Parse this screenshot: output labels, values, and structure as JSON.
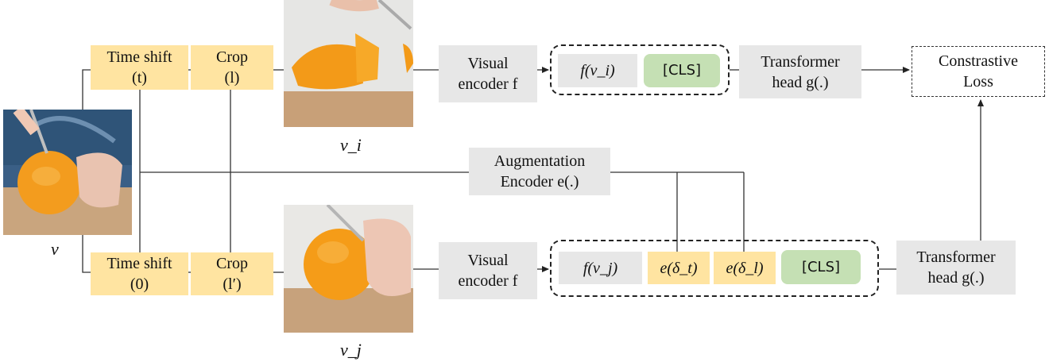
{
  "input": {
    "label": "v"
  },
  "branch_top": {
    "time_shift": {
      "line1": "Time shift",
      "line2": "(t)"
    },
    "crop": {
      "line1": "Crop",
      "line2": "(l)"
    },
    "clip_label": "v_i",
    "encoder": {
      "line1": "Visual",
      "line2": "encoder f"
    },
    "feature": "f(v_i)",
    "cls": "[CLS]",
    "head": {
      "line1": "Transformer",
      "line2": "head g(.)"
    }
  },
  "branch_bottom": {
    "time_shift": {
      "line1": "Time shift",
      "line2": "(0)"
    },
    "crop": {
      "line1": "Crop",
      "line2": "(l′)"
    },
    "clip_label": "v_j",
    "encoder": {
      "line1": "Visual",
      "line2": "encoder f"
    },
    "feature": "f(v_j)",
    "aug_t": "e(δ_t)",
    "aug_l": "e(δ_l)",
    "cls": "[CLS]",
    "head": {
      "line1": "Transformer",
      "line2": "head g(.)"
    }
  },
  "augmentation_encoder": {
    "line1": "Augmentation",
    "line2": "Encoder e(.)"
  },
  "loss": {
    "line1": "Constrastive",
    "line2": "Loss"
  },
  "colors": {
    "augmentation_fill": "#ffe4a1",
    "module_fill": "#e7e7e7",
    "cls_fill": "#c5e0b4",
    "line": "#333333"
  },
  "icons": {
    "input_frame": "orange-being-cut-photo",
    "clip_i": "orange-slices-photo",
    "clip_j": "orange-hand-photo"
  }
}
